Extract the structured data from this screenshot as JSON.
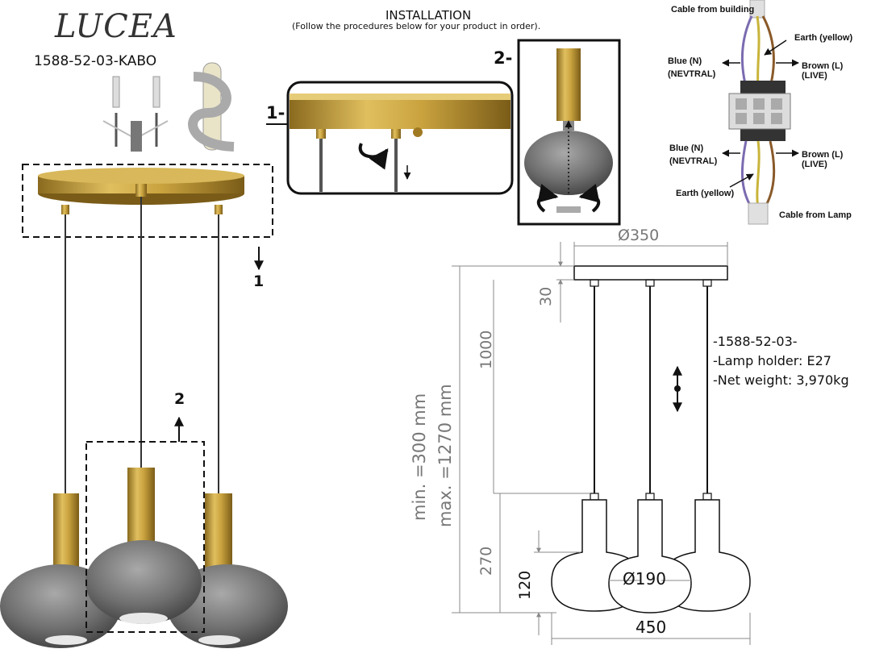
{
  "brand": "LUCEA",
  "model": "1588-52-03-KABO",
  "installation": {
    "title": "INSTALLATION",
    "subtitle": "(Follow the procedures below for your product in order)."
  },
  "steps": {
    "step1_label": "1-",
    "step2_label": "2-",
    "marker1": "1",
    "marker2": "2"
  },
  "wiring": {
    "cable_building": "Cable from building",
    "earth_top": "Earth (yellow)",
    "blue_top_1": "Blue (N)",
    "blue_top_2": "(NEVTRAL)",
    "brown_top": "Brown (L) (LIVE)",
    "blue_bottom_1": "Blue (N)",
    "blue_bottom_2": "(NEVTRAL)",
    "brown_bottom": "Brown (L) (LIVE)",
    "earth_bottom": "Earth (yellow)",
    "cable_lamp": "Cable from Lamp"
  },
  "dimensions": {
    "canopy_diameter": "Ø350",
    "canopy_height": "30",
    "cable_length": "1000",
    "min_height": "min. =300 mm",
    "max_height": "max. =1270 mm",
    "lamp_height": "270",
    "globe_height": "120",
    "globe_diameter": "Ø190",
    "total_width": "450"
  },
  "specs": {
    "code": "-1588-52-03-",
    "lamp_holder": "-Lamp holder: E27",
    "net_weight": "-Net weight: 3,970kg"
  }
}
